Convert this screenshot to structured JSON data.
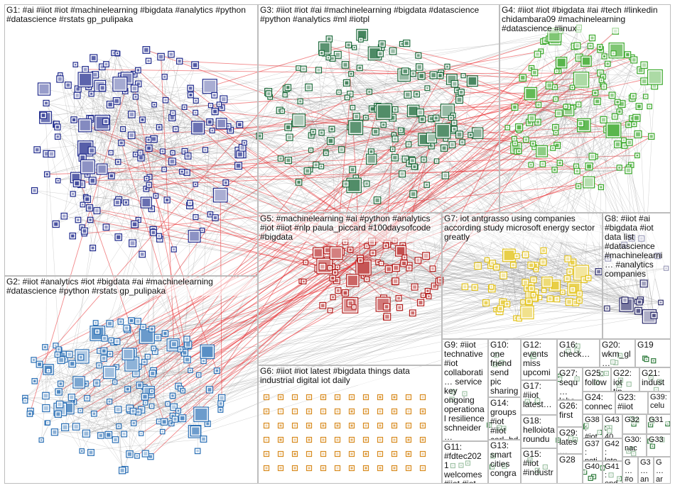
{
  "image": {
    "description_color": "#ffffff",
    "edge_color": "#9a9a9a",
    "highlight_edge_color": "#e8262a",
    "box_border_color": "#bdbdbd"
  },
  "groups": [
    {
      "id": "G1",
      "label": "G1: #ai #iiot #iot #machinelearning #bigdata #analytics #python #datascience #rstats gp_pulipaka",
      "color": "#1f2a8c"
    },
    {
      "id": "G2",
      "label": "G2: #iiot #analytics #iot #bigdata #ai #machinelearning #datascience #python #rstats gp_pulipaka",
      "color": "#2a6fb5"
    },
    {
      "id": "G3",
      "label": "G3: #iiot #iot #ai #machinelearning #bigdata #datascience #python #analytics #ml #iotpl",
      "color": "#1e6b3c"
    },
    {
      "id": "G4",
      "label": "G4: #iiot #iot #bigdata #ai #tech #linkedin chidambara09 #machinelearning #datascience #linux",
      "color": "#3aa82a"
    },
    {
      "id": "G5",
      "label": "G5: #machinelearning #ai #python #analytics #iot #iiot #nlp paula_piccard #100daysofcode #bigdata",
      "color": "#b3201f"
    },
    {
      "id": "G6",
      "label": "G6: #iiot #iot latest #bigdata things data industrial digital iot daily",
      "color": "#d88a1e"
    },
    {
      "id": "G7",
      "label": "G7: iot antgrasso using companies according study microsoft energy sector greatly",
      "color": "#e3c31c"
    },
    {
      "id": "G8",
      "label": "G8: #iiot #ai #bigdata #iot data list #datascience #machinelearni… #analytics companies",
      "color": "#2b2b6b"
    },
    {
      "id": "G9",
      "label": "G9: #iiot technative #iot collaborati… service key ongoing operational resilience schneider…",
      "color": "#555"
    },
    {
      "id": "G10",
      "label": "G10: one friend send pic sharing…",
      "color": "#555"
    },
    {
      "id": "G11",
      "label": "G11: #fdtec2021 welcomes #iiot #iot…",
      "color": "#555"
    },
    {
      "id": "G12",
      "label": "G12: events miss upcomi…",
      "color": "#555"
    },
    {
      "id": "G13",
      "label": "G13: smart cities congra…",
      "color": "#555"
    },
    {
      "id": "G14",
      "label": "G14: groups #iot #iiot carl_bd…",
      "color": "#555"
    },
    {
      "id": "G15",
      "label": "G15: #iiot #industr…",
      "color": "#555"
    },
    {
      "id": "G16",
      "label": "G16: check…",
      "color": "#555"
    },
    {
      "id": "G17",
      "label": "G17: #iiot latest…",
      "color": "#555"
    },
    {
      "id": "G18",
      "label": "G18: helloiota roundu…",
      "color": "#555"
    },
    {
      "id": "G19",
      "label": "G19",
      "color": "#555"
    },
    {
      "id": "G20",
      "label": "G20: wkm_gl…",
      "color": "#555"
    },
    {
      "id": "G21",
      "label": "G21: indust…",
      "color": "#555"
    },
    {
      "id": "G22",
      "label": "G22: iot tip…",
      "color": "#555"
    },
    {
      "id": "G23",
      "label": "G23: #iiot",
      "color": "#555"
    },
    {
      "id": "G24",
      "label": "G24: connec…",
      "color": "#555"
    },
    {
      "id": "G25",
      "label": "G25: follow…",
      "color": "#555"
    },
    {
      "id": "G26",
      "label": "G26: first",
      "color": "#555"
    },
    {
      "id": "G27",
      "label": "G27: sequ… labs…",
      "color": "#555"
    },
    {
      "id": "G28",
      "label": "G28",
      "color": "#555"
    },
    {
      "id": "G29",
      "label": "G29: lates…",
      "color": "#555"
    },
    {
      "id": "G30",
      "label": "G30: nac…",
      "color": "#555"
    },
    {
      "id": "G31",
      "label": "G31",
      "color": "#555"
    },
    {
      "id": "G32",
      "label": "G32",
      "color": "#555"
    },
    {
      "id": "G33",
      "label": "G33",
      "color": "#555"
    },
    {
      "id": "G37",
      "label": "G37: noti…",
      "color": "#555"
    },
    {
      "id": "G38",
      "label": "G38: #iot…",
      "color": "#555"
    },
    {
      "id": "G39",
      "label": "G39: celu",
      "color": "#555"
    },
    {
      "id": "G40",
      "label": "G40",
      "color": "#555"
    },
    {
      "id": "G41",
      "label": "G41: end…",
      "color": "#555"
    },
    {
      "id": "G42",
      "label": "G42: late…",
      "color": "#555"
    },
    {
      "id": "G43",
      "label": "G43: 40…",
      "color": "#555"
    },
    {
      "id": "G_a",
      "label": "G… #o… #i…",
      "color": "#555"
    },
    {
      "id": "G_b",
      "label": "G3… an… qu…",
      "color": "#555"
    },
    {
      "id": "G_c",
      "label": "G… ar…",
      "color": "#555"
    }
  ]
}
